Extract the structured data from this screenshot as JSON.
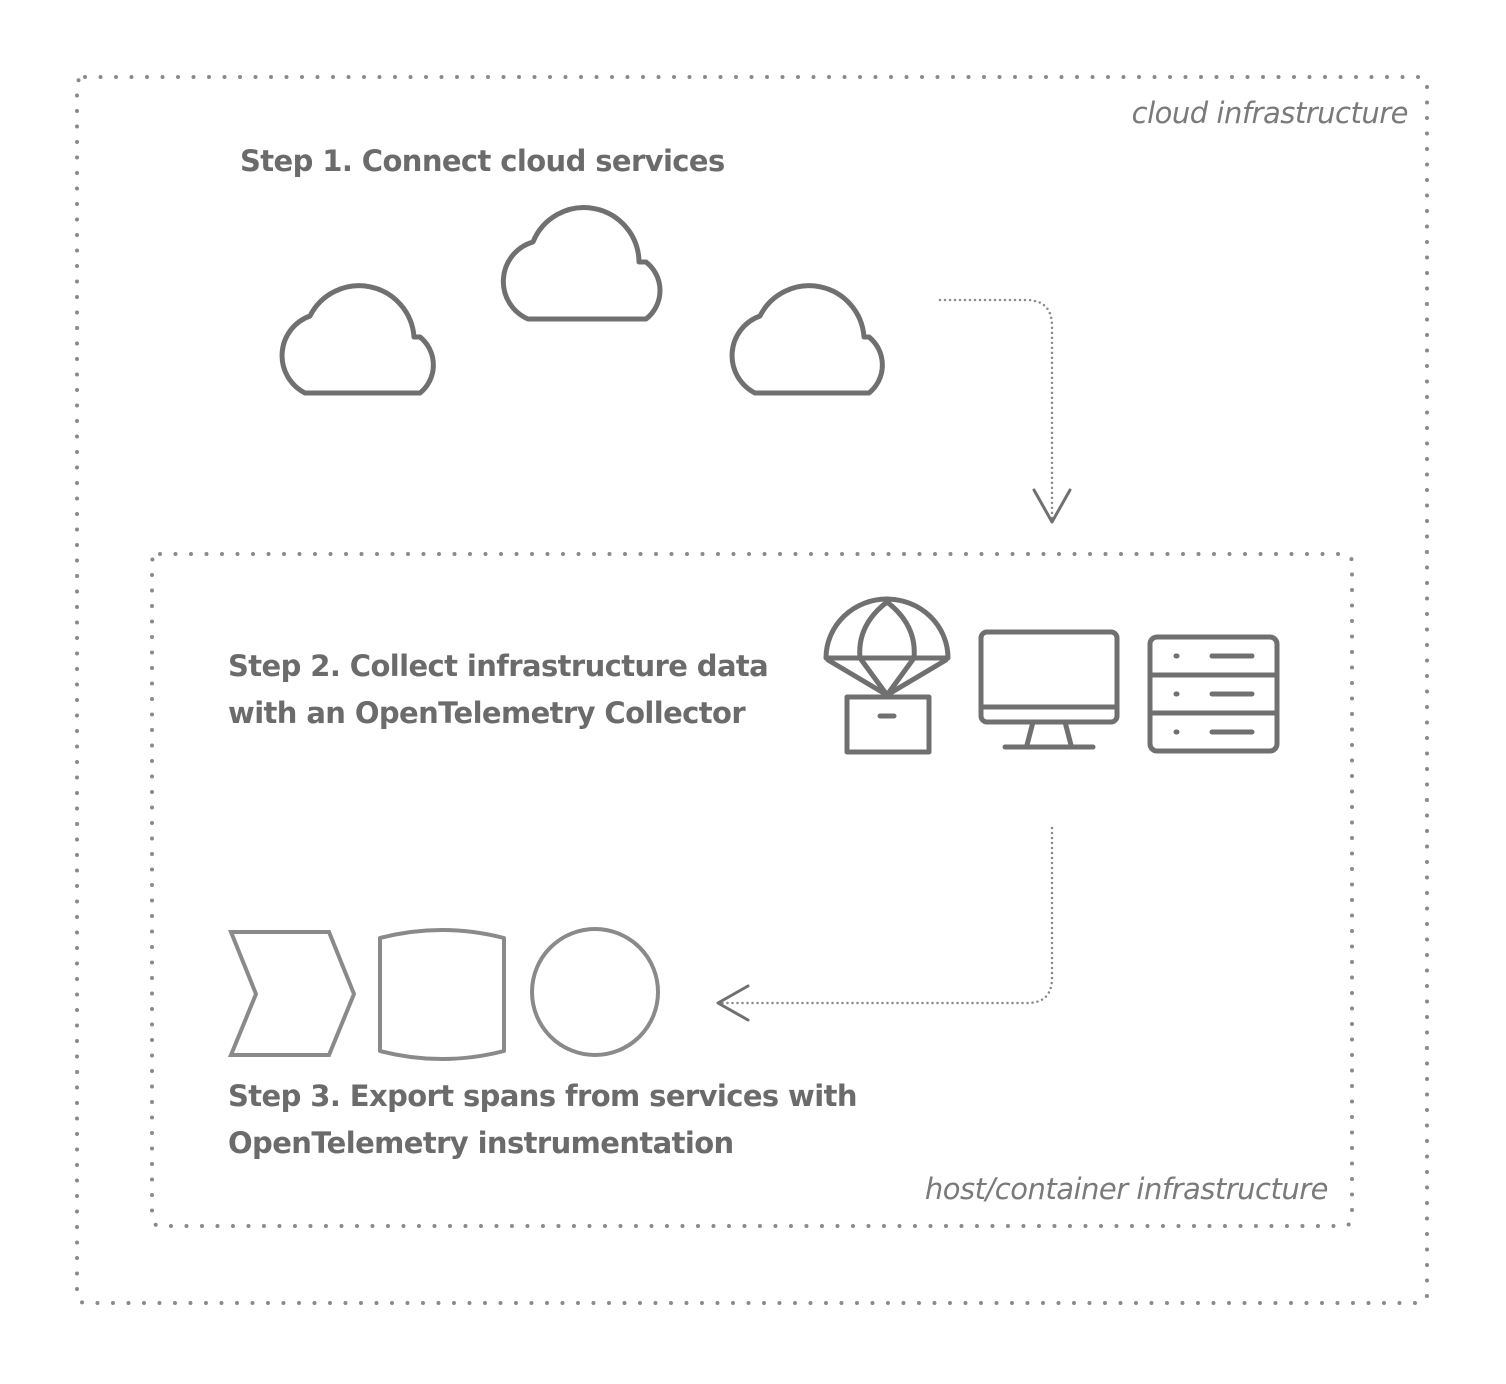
{
  "zones": {
    "cloud_label": "cloud infrastructure",
    "host_label": "host/container infrastructure"
  },
  "steps": {
    "step1": "Step 1. Connect cloud services",
    "step2_line1": "Step 2. Collect infrastructure data",
    "step2_line2": "with an OpenTelemetry Collector",
    "step3_line1": "Step 3. Export spans from services with",
    "step3_line2": "OpenTelemetry instrumentation"
  },
  "icons": {
    "step1": [
      "cloud-icon",
      "cloud-icon",
      "cloud-icon"
    ],
    "step2": [
      "parachute-box-icon",
      "desktop-monitor-icon",
      "server-rack-icon"
    ],
    "step3": [
      "chevron-shape-icon",
      "wavy-rectangle-icon",
      "circle-icon"
    ]
  },
  "colors": {
    "stroke": "#707070",
    "dots": "#8a8a8a",
    "text": "#6b6b6b"
  }
}
